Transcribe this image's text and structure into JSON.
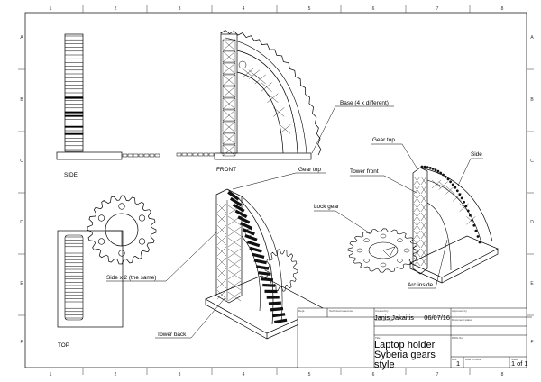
{
  "drawing": {
    "zones": {
      "columns": [
        "1",
        "2",
        "3",
        "4",
        "5",
        "6",
        "7",
        "8"
      ],
      "rows": [
        "A",
        "B",
        "C",
        "D",
        "E",
        "F"
      ]
    },
    "views": {
      "side": "SIDE",
      "front": "FRONT",
      "top": "TOP"
    },
    "callouts": {
      "base": "Base (4 x different)",
      "gear_top_front": "Gear top",
      "gear_top_right": "Gear top",
      "side_right": "Side",
      "tower_front": "Tower front",
      "lock_gear": "Lock gear",
      "arc_inside": "Arc inside",
      "side_x2": "Side x 2 (the same)",
      "tower_back": "Tower back"
    }
  },
  "title_block": {
    "labels": {
      "dept": "Dept.",
      "technical_reference": "Technical reference",
      "created_by": "Created by",
      "approved_by": "Approved by",
      "document_type": "Document type",
      "document_status": "Document status",
      "title": "Title",
      "dwg_no": "DWG No.",
      "rev": "Rev.",
      "date_of_issue": "Date of issue",
      "sheet": "Sheet"
    },
    "values": {
      "created_by": "Janis Jakaitis",
      "date": "06/07/16",
      "title_line1": "Laptop holder",
      "title_line2": "Syberia gears",
      "title_line3": "style",
      "rev": "1",
      "sheet": "1 of 1"
    }
  }
}
